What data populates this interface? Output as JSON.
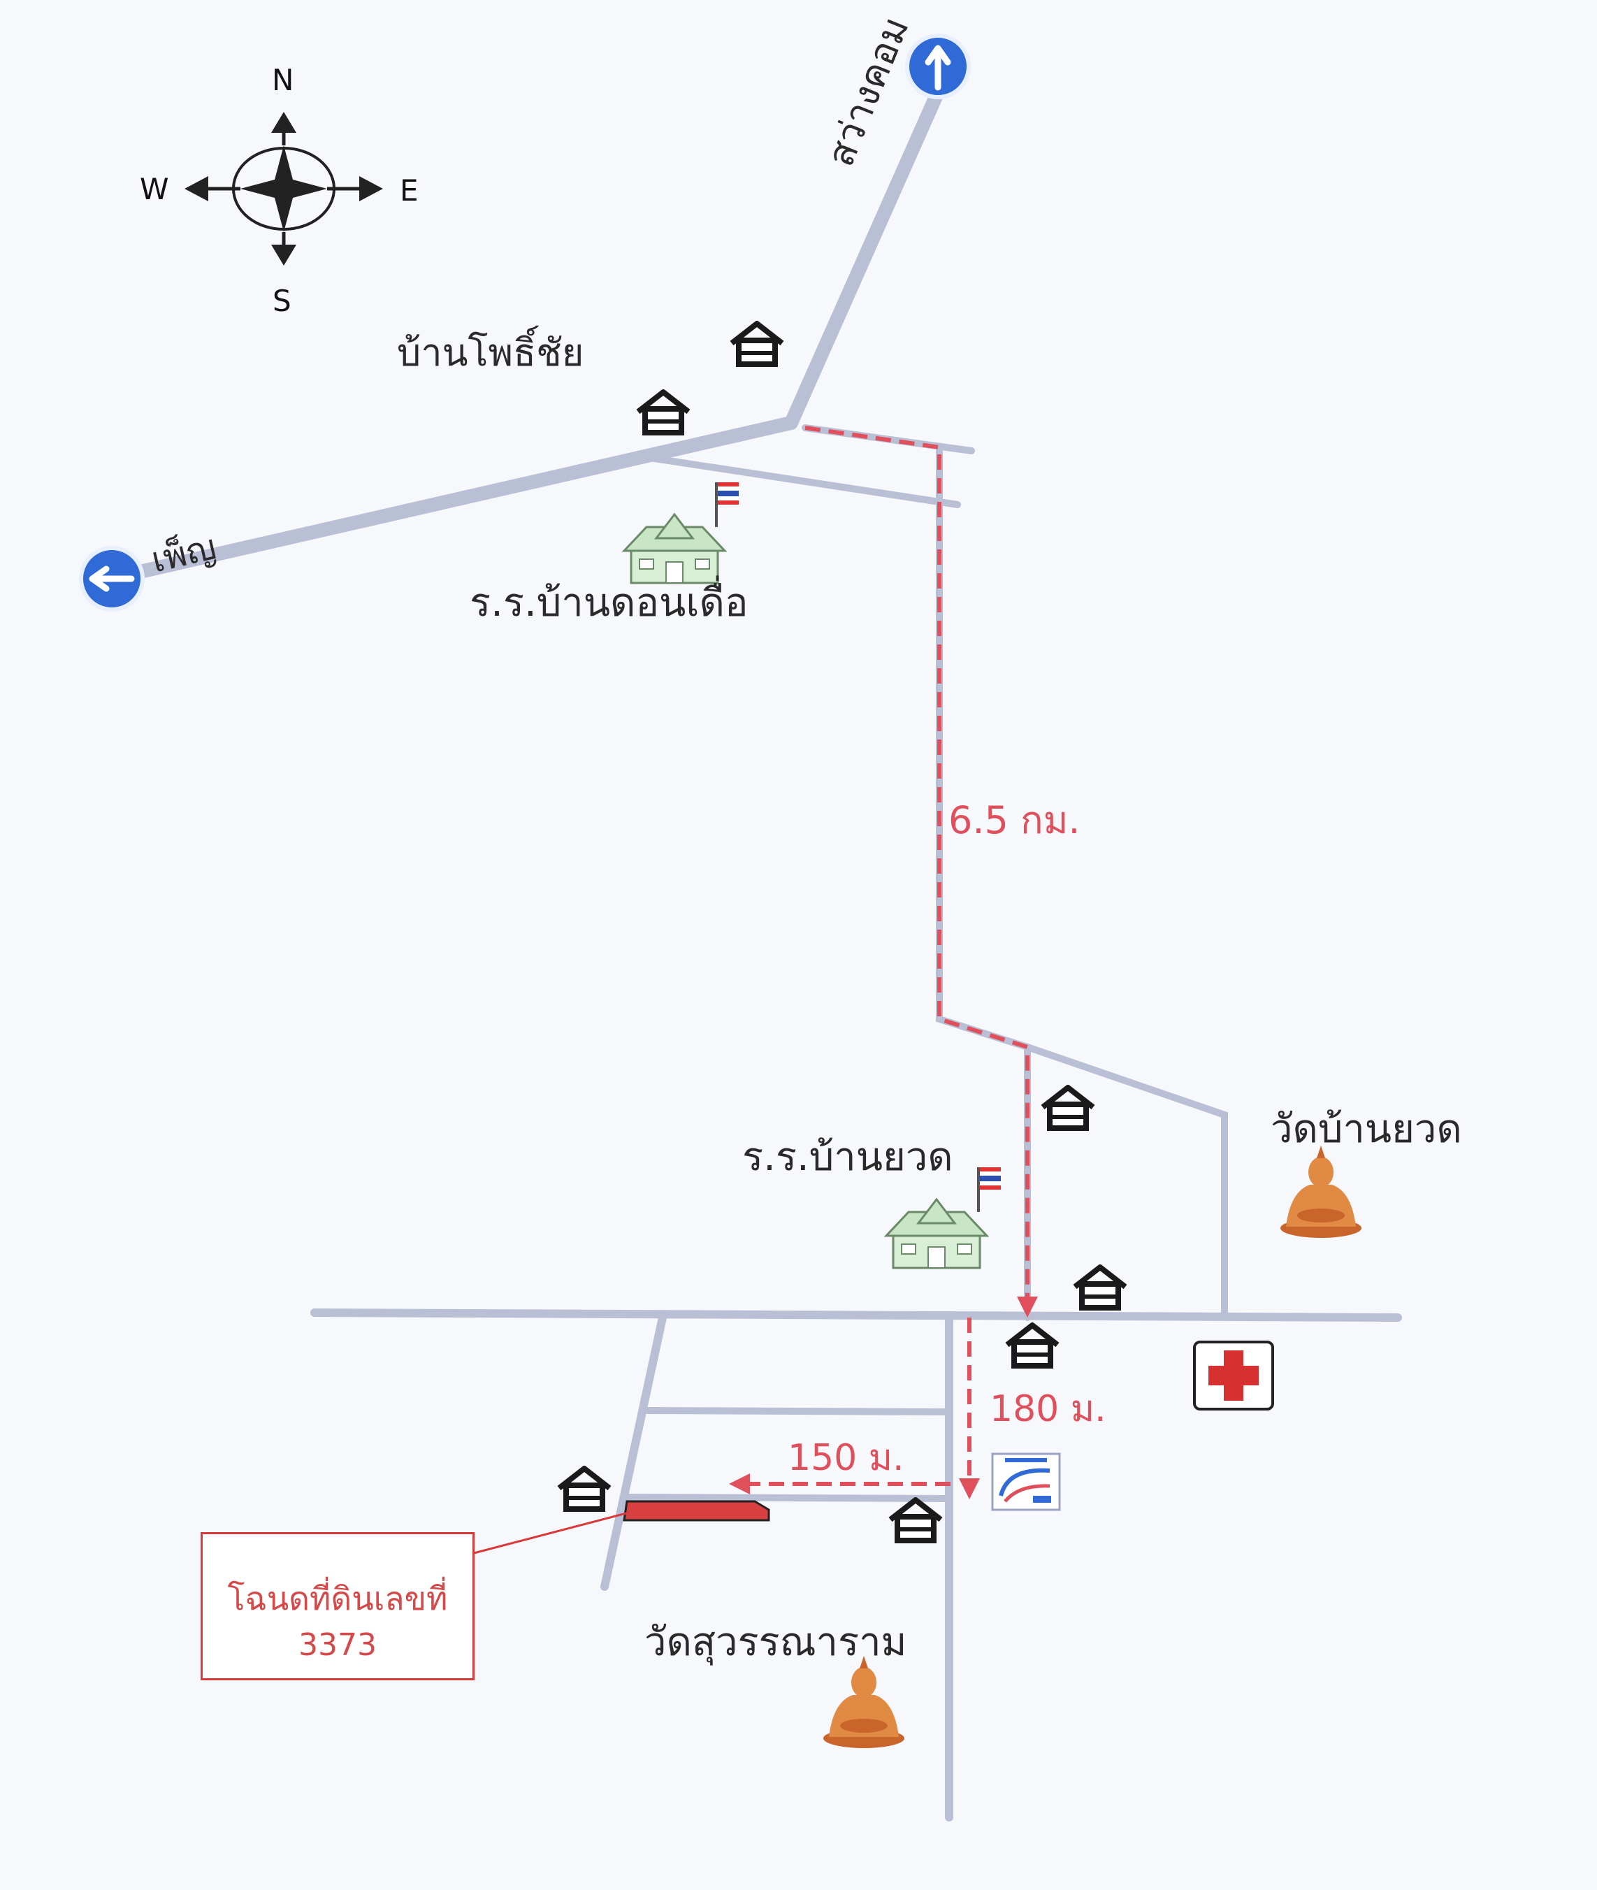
{
  "compass": {
    "north": "N",
    "south": "S",
    "east": "E",
    "west": "W"
  },
  "places": {
    "ban_pho_chai": "บ้านโพธิ์ชัย",
    "school_don_duea": "ร.ร.บ้านดอนเดื่อ",
    "school_ban_yuat": "ร.ร.บ้านยวด",
    "wat_ban_yuat": "วัดบ้านยวด",
    "wat_suwannaram": "วัดสุวรรณาราม"
  },
  "roads": {
    "to_sawang_khong": "สว่างคอม",
    "to_phen": "เพ็ญ"
  },
  "distances": {
    "main": "6.5 กม.",
    "south_segment": "180 ม.",
    "west_segment": "150 ม."
  },
  "deed": {
    "line1": "โฉนดที่ดินเลขที่",
    "line2": "3373"
  },
  "colors": {
    "road": "#b9bfd4",
    "route": "#e0505c",
    "sign": "#2f6ad6",
    "temple": "#d97a3a",
    "cross": "#d63030"
  }
}
